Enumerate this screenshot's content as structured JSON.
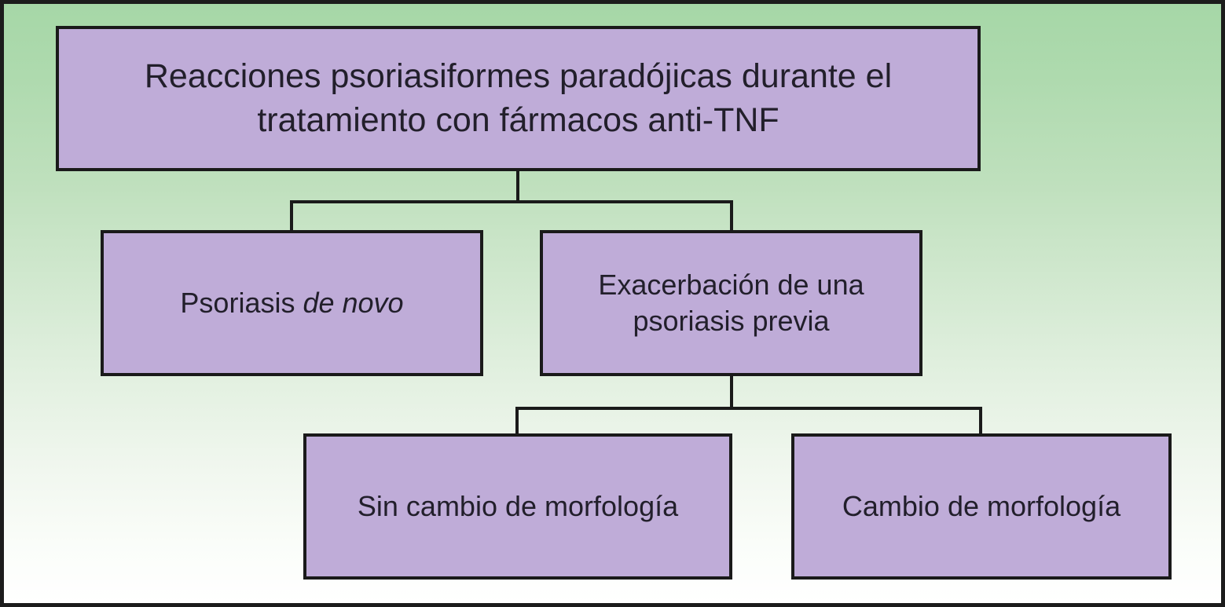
{
  "figure": {
    "kind": "flowchart",
    "language": "es",
    "orientation": "top-down-tree",
    "levels": 3,
    "colors": {
      "node_fill": "#bfacd8",
      "node_border": "#1a1a1a",
      "connector": "#1a1a1a",
      "text": "#221f2b",
      "background_gradient_top": "#a6d7a7",
      "background_gradient_bottom": "#ffffff",
      "outer_frame": "#1c1c1c"
    }
  },
  "nodes": {
    "root": {
      "id": "root",
      "label": "Reacciones psoriasiformes paradójicas durante el tratamiento con fármacos anti-TNF",
      "line1": "Reacciones psoriasiformes paradójicas durante el",
      "line2": "tratamiento con fármacos anti-TNF",
      "level": 1
    },
    "de_novo": {
      "id": "de-novo",
      "label": "Psoriasis de novo",
      "plain_prefix": "Psoriasis ",
      "italic_part": "de novo",
      "level": 2
    },
    "exacerbacion": {
      "id": "exacerbacion",
      "label": "Exacerbación de una psoriasis previa",
      "line1": "Exacerbación de una",
      "line2": "psoriasis previa",
      "level": 2
    },
    "sin_cambio": {
      "id": "sin-cambio",
      "label": "Sin cambio de morfología",
      "level": 3
    },
    "cambio": {
      "id": "cambio",
      "label": "Cambio de morfología",
      "level": 3
    }
  },
  "edges": [
    {
      "from": "root",
      "to": "de_novo"
    },
    {
      "from": "root",
      "to": "exacerbacion"
    },
    {
      "from": "exacerbacion",
      "to": "sin_cambio"
    },
    {
      "from": "exacerbacion",
      "to": "cambio"
    }
  ]
}
